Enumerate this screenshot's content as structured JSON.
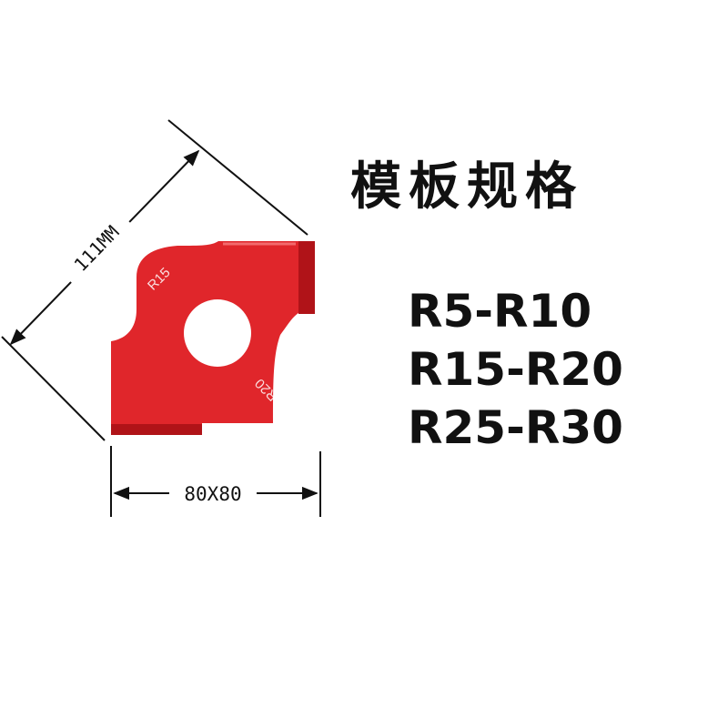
{
  "heading": "模板规格",
  "specs": [
    "R5-R10",
    "R15-R20",
    "R25-R30"
  ],
  "plate": {
    "color": "#e0262b",
    "edge_color": "#b01318",
    "corner_label_top": "R15",
    "corner_label_bottom": "R20"
  },
  "dimensions": {
    "diagonal": "111MM",
    "width": "80X80"
  },
  "colors": {
    "text": "#111111",
    "dimension_line": "#111111",
    "background": "#ffffff"
  }
}
